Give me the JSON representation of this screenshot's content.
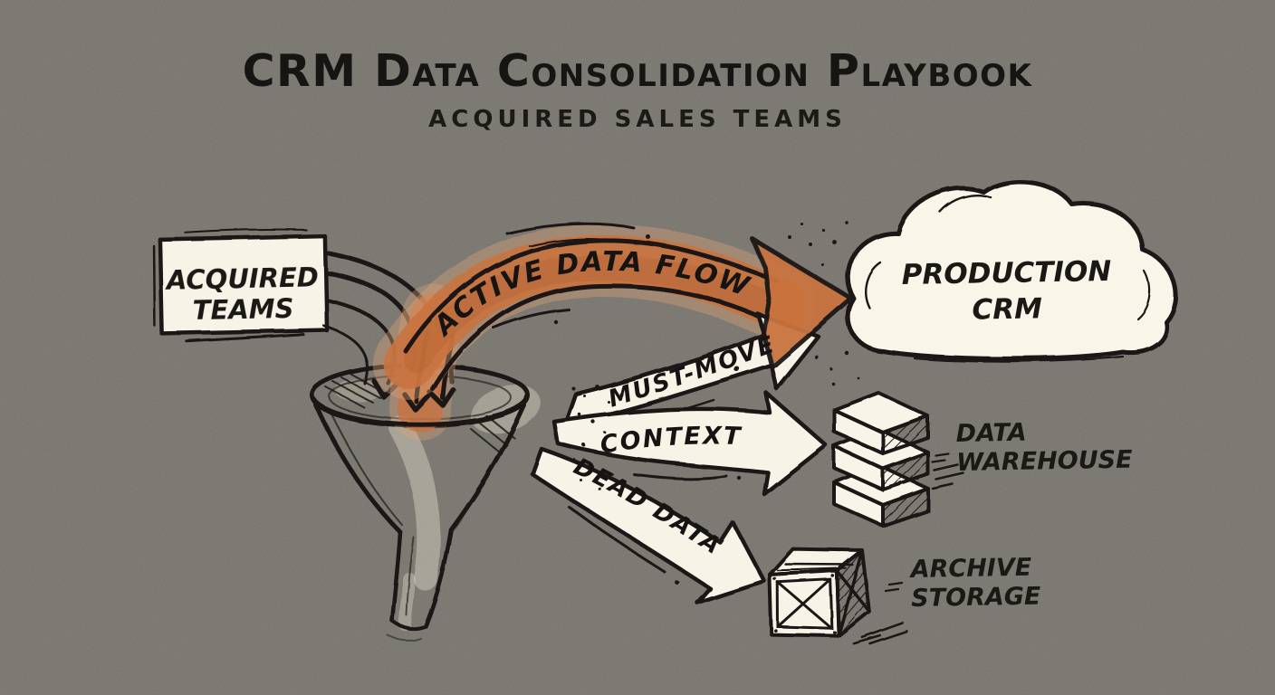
{
  "title": "CRM Data Consolidation Playbook",
  "subtitle": "ACQUIRED SALES TEAMS",
  "source": {
    "icon": "rectangle-box",
    "label_line1": "ACQUIRED",
    "label_line2": "TEAMS",
    "target": "funnel"
  },
  "funnel": {
    "icon": "funnel-icon"
  },
  "flows": {
    "active": {
      "label": "ACTIVE DATA FLOW",
      "style": "filled",
      "color": "#c9733f",
      "target": "production_crm"
    },
    "must_move": {
      "label": "MUST-MOVE",
      "style": "outline",
      "target": "production_crm"
    },
    "context": {
      "label": "CONTEXT",
      "style": "outline",
      "target": "data_warehouse"
    },
    "dead_data": {
      "label": "DEAD DATA",
      "style": "outline",
      "target": "archive_storage"
    }
  },
  "destinations": {
    "production_crm": {
      "icon": "cloud-icon",
      "label_line1": "PRODUCTION",
      "label_line2": "CRM"
    },
    "data_warehouse": {
      "icon": "database-stack-icon",
      "label_line1": "DATA",
      "label_line2": "WAREHOUSE"
    },
    "archive_storage": {
      "icon": "crate-icon",
      "label_line1": "ARCHIVE",
      "label_line2": "STORAGE"
    }
  },
  "colors": {
    "paper": "#f6f1e4",
    "ink": "#1b1916",
    "accent_orange": "#c9733f",
    "orange_halo": "#e0a275",
    "wash_gray": "#c9c4b5"
  }
}
